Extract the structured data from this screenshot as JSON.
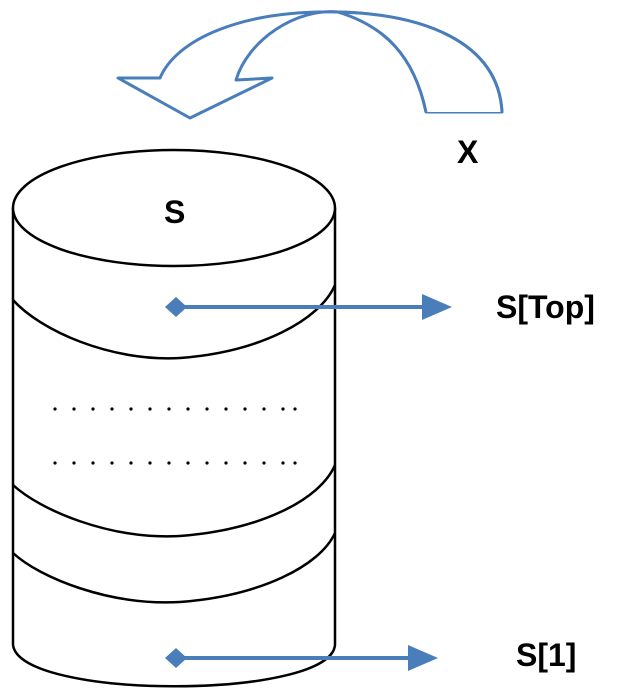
{
  "labels": {
    "stack_name": "S",
    "pushed_element": "X",
    "top_pointer": "S[Top]",
    "bottom_pointer": "S[1]"
  },
  "colors": {
    "arrow": "#4a7ebb",
    "cylinder_stroke": "#000000",
    "curved_arrow_shade": "#d3d3d3"
  }
}
